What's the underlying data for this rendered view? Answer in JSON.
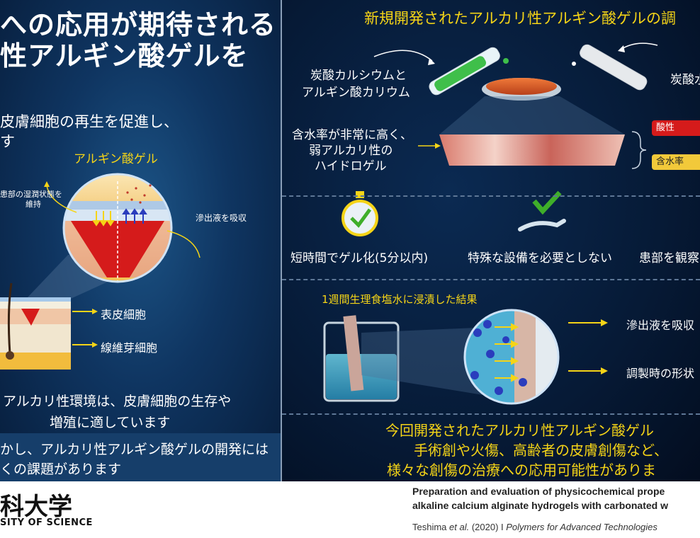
{
  "left_panel": {
    "title_line1": "への応用が期待される",
    "title_line2": "性アルギン酸ゲルを",
    "intro_line1": "皮膚細胞の再生を促進し、",
    "intro_line2": "す",
    "gel_label": "アルギン酸ゲル",
    "moist_label_line1": "患部の湿潤状態を",
    "moist_label_line2": "維持",
    "exudate_label": "滲出液を吸収",
    "epidermis_label": "表皮細胞",
    "fibroblast_label": "線維芽細胞",
    "alkaline_line1": "アルカリ性環境は、皮膚細胞の生存や",
    "alkaline_line2": "増殖に適しています",
    "issue_line1": "かし、アルカリ性アルギン酸ゲルの開発には",
    "issue_line2": "くの課題があります"
  },
  "right_panel": {
    "title": "新規開発されたアルカリ性アルギン酸ゲルの調",
    "reagent_left_line1": "炭酸カルシウムと",
    "reagent_left_line2": "アルギン酸カリウム",
    "reagent_right": "炭酸水",
    "gel_desc_line1": "含水率が非常に高く、",
    "gel_desc_line2": "弱アルカリ性の",
    "gel_desc_line3": "ハイドロゲル",
    "tag_acid": "酸性",
    "tag_water": "含水率",
    "feature1": "短時間でゲル化(5分以内)",
    "feature2": "特殊な設備を必要としない",
    "feature3": "患部を観察",
    "soak_title": "1週間生理食塩水に浸漬した結果",
    "result1": "滲出液を吸収",
    "result2": "調製時の形状",
    "conclusion_line1": "今回開発されたアルカリ性アルギン酸ゲル",
    "conclusion_line2": "手術創や火傷、高齢者の皮膚創傷など、",
    "conclusion_line3": "様々な創傷の治療への応用可能性がありま"
  },
  "footer": {
    "logo_kanji": "科大学",
    "logo_en": "SITY OF SCIENCE",
    "paper_line1": "Preparation and evaluation of physicochemical prope",
    "paper_line2": "alkaline calcium alginate hydrogels with carbonated w",
    "authors": "Teshima ",
    "et_al": "et al.",
    "year": " (2020)  I  ",
    "journal": "Polymers for Advanced Technologies"
  },
  "colors": {
    "accent_yellow": "#f5d417",
    "panel_left": "#0f3561",
    "panel_right": "#061a36",
    "wound_red": "#d51b1b",
    "check_green": "#3fae2a"
  }
}
